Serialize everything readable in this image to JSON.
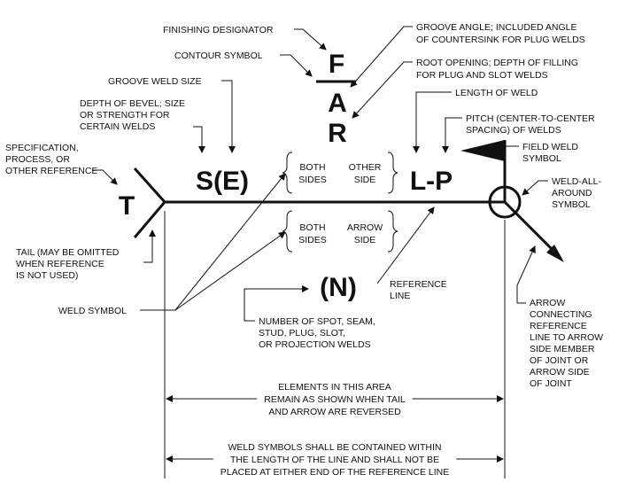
{
  "symbols": {
    "F": "F",
    "A": "A",
    "R": "R",
    "T": "T",
    "SE": "S(E)",
    "LP": "L-P",
    "N": "(N)"
  },
  "labels": {
    "finishing": "FINISHING DESIGNATOR",
    "groove_angle_1": "GROOVE ANGLE; INCLUDED ANGLE",
    "groove_angle_2": "OF COUNTERSINK FOR PLUG WELDS",
    "contour": "CONTOUR SYMBOL",
    "root_1": "ROOT OPENING; DEPTH OF FILLING",
    "root_2": "FOR PLUG AND SLOT WELDS",
    "groove_size": "GROOVE WELD SIZE",
    "length": "LENGTH OF WELD",
    "depth_1": "DEPTH OF BEVEL; SIZE",
    "depth_2": "OR STRENGTH FOR",
    "depth_3": "CERTAIN WELDS",
    "pitch_1": "PITCH (CENTER-TO-CENTER",
    "pitch_2": "SPACING) OF WELDS",
    "spec_1": "SPECIFICATION,",
    "spec_2": "PROCESS, OR",
    "spec_3": "OTHER REFERENCE",
    "field_1": "FIELD WELD",
    "field_2": "SYMBOL",
    "around_1": "WELD-ALL-",
    "around_2": "AROUND",
    "around_3": "SYMBOL",
    "both_top_1": "BOTH",
    "both_top_2": "SIDES",
    "other_1": "OTHER",
    "other_2": "SIDE",
    "both_bot_1": "BOTH",
    "both_bot_2": "SIDES",
    "arrowside_1": "ARROW",
    "arrowside_2": "SIDE",
    "tail_1": "TAIL (MAY BE OMITTED",
    "tail_2": "WHEN REFERENCE",
    "tail_3": "IS NOT USED)",
    "refline_1": "REFERENCE",
    "refline_2": "LINE",
    "weld_symbol": "WELD SYMBOL",
    "number_1": "NUMBER OF SPOT, SEAM,",
    "number_2": "STUD, PLUG, SLOT,",
    "number_3": "OR PROJECTION WELDS",
    "arrow_1": "ARROW",
    "arrow_2": "CONNECTING",
    "arrow_3": "REFERENCE",
    "arrow_4": "LINE TO ARROW",
    "arrow_5": "SIDE MEMBER",
    "arrow_6": "OF JOINT OR",
    "arrow_7": "ARROW SIDE",
    "arrow_8": "OF JOINT",
    "elements_1": "ELEMENTS IN THIS AREA",
    "elements_2": "REMAIN AS SHOWN WHEN TAIL",
    "elements_3": "AND ARROW ARE REVERSED",
    "contained_1": "WELD SYMBOLS SHALL BE CONTAINED WITHIN",
    "contained_2": "THE LENGTH OF THE LINE AND SHALL NOT BE",
    "contained_3": "PLACED AT EITHER END OF THE REFERENCE LINE"
  }
}
